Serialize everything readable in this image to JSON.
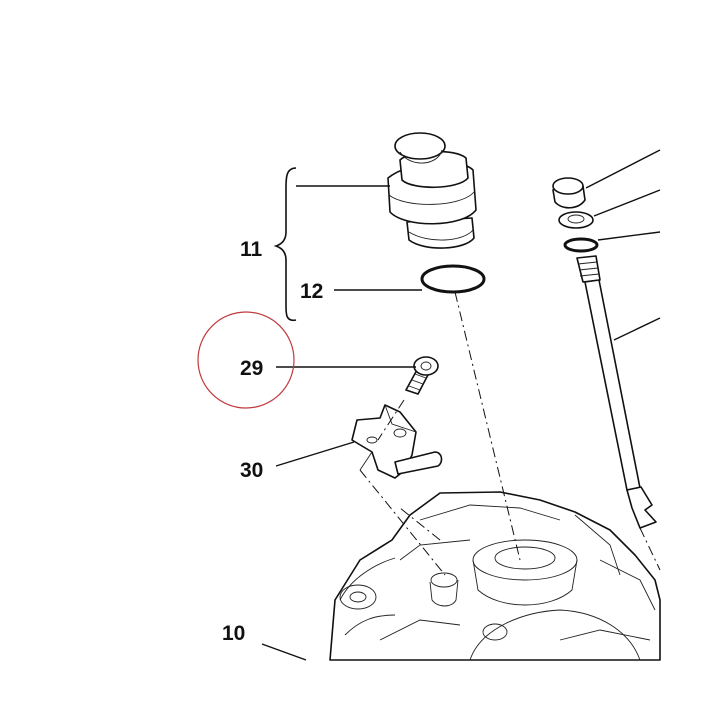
{
  "callouts": {
    "assembly": "11",
    "seal_ring": "12",
    "screw": "29",
    "bracket": "30",
    "housing": "10"
  },
  "colors": {
    "line": "#111111",
    "highlight_circle": "#c0393b",
    "background": "#ffffff"
  }
}
